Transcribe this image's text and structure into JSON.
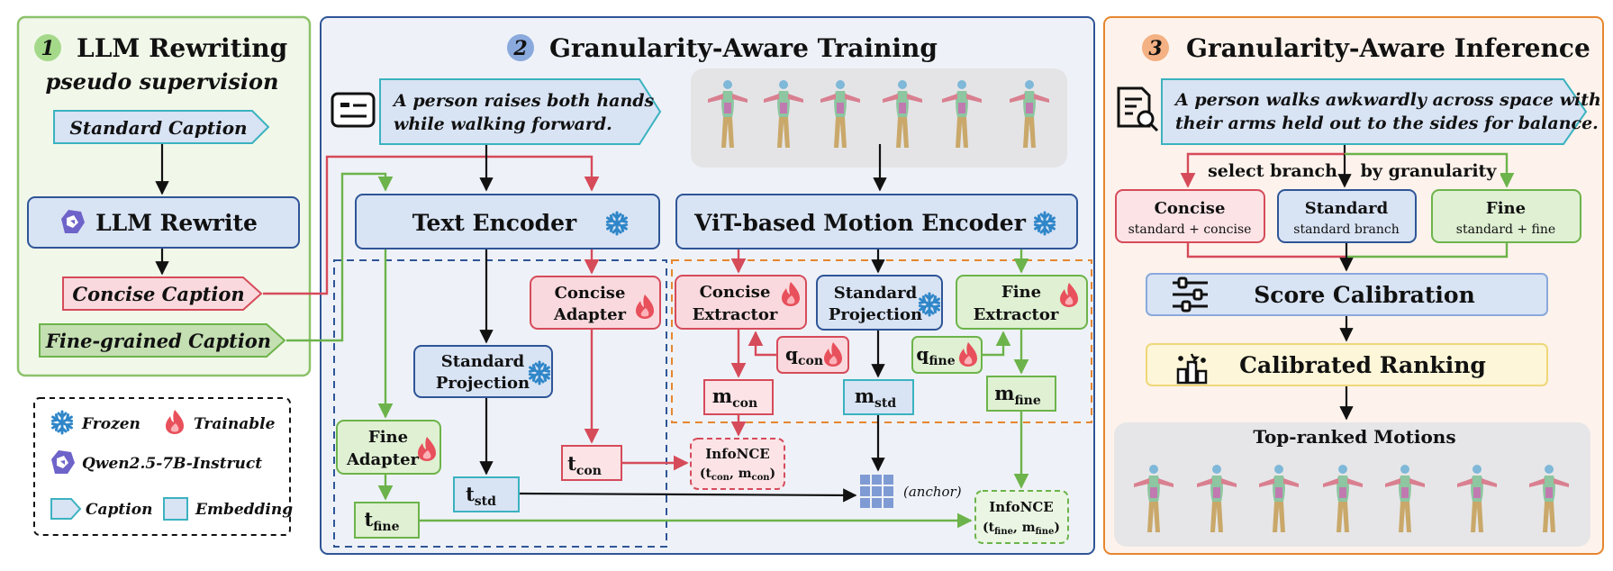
{
  "section1": {
    "number": "1",
    "title": "LLM Rewriting",
    "subtitle": "pseudo supervision",
    "standard_caption": "Standard Caption",
    "llm_rewrite": "LLM Rewrite",
    "concise_caption": "Concise Caption",
    "fine_caption": "Fine-grained Caption"
  },
  "legend": {
    "frozen": "Frozen",
    "trainable": "Trainable",
    "qwen": "Qwen2.5-7B-Instruct",
    "caption": "Caption",
    "embedding": "Embedding"
  },
  "section2": {
    "number": "2",
    "title": "Granularity-Aware Training",
    "example_line1": "A person raises both hands",
    "example_line2": "while walking forward.",
    "text_encoder": "Text Encoder",
    "motion_encoder": "ViT-based Motion Encoder",
    "concise_adapter_l1": "Concise",
    "concise_adapter_l2": "Adapter",
    "standard_projection_l1": "Standard",
    "standard_projection_l2": "Projection",
    "fine_adapter_l1": "Fine",
    "fine_adapter_l2": "Adapter",
    "t_con": "t",
    "t_con_sub": "con",
    "t_std": "t",
    "t_std_sub": "std",
    "t_fine": "t",
    "t_fine_sub": "fine",
    "concise_extractor_l1": "Concise",
    "concise_extractor_l2": "Extractor",
    "motion_projection_l1": "Standard",
    "motion_projection_l2": "Projection",
    "fine_extractor_l1": "Fine",
    "fine_extractor_l2": "Extractor",
    "q_con": "q",
    "q_con_sub": "con",
    "q_fine": "q",
    "q_fine_sub": "fine",
    "m_con": "m",
    "m_con_sub": "con",
    "m_std": "m",
    "m_std_sub": "std",
    "m_fine": "m",
    "m_fine_sub": "fine",
    "infonce_con_title": "InfoNCE",
    "infonce_con_args": "(t",
    "infonce_fine_title": "InfoNCE",
    "anchor": "(anchor)"
  },
  "section3": {
    "number": "3",
    "title": "Granularity-Aware Inference",
    "example_line1": "A person walks awkwardly across space with",
    "example_line2": "their arms held out to the sides for balance.",
    "select_branch": "select branch",
    "by_granularity": "by granularity",
    "concise_title": "Concise",
    "concise_sub": "standard + concise",
    "standard_title": "Standard",
    "standard_sub": "standard branch",
    "fine_title": "Fine",
    "fine_sub": "standard + fine",
    "score_calibration": "Score Calibration",
    "calibrated_ranking": "Calibrated Ranking",
    "top_ranked": "Top-ranked Motions"
  },
  "colors": {
    "green": "#6db34b",
    "blue": "#2f5597",
    "orange": "#e6862f",
    "red": "#d64b5a",
    "teal": "#3bb2c0",
    "ice": "#2f86c8"
  }
}
